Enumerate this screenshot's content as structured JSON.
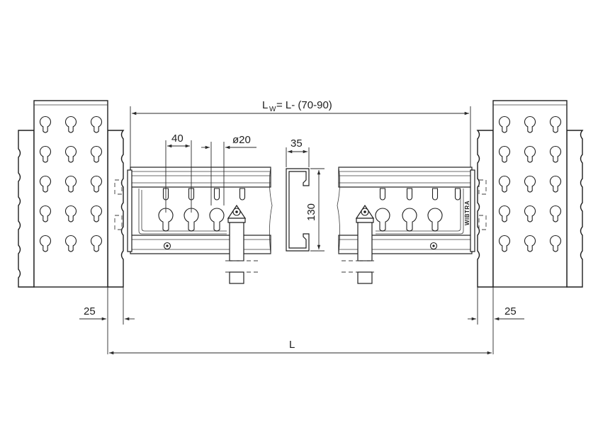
{
  "dimensions": {
    "lw_main": "L",
    "lw_sub": "W",
    "lw_rest": "= L- (70-90)",
    "pitch_40": "40",
    "hole_d20": "ø20",
    "width_35": "35",
    "height_130": "130",
    "left_25": "25",
    "right_25": "25",
    "total_L": "L"
  },
  "brand": {
    "text": "WIBTRA"
  }
}
